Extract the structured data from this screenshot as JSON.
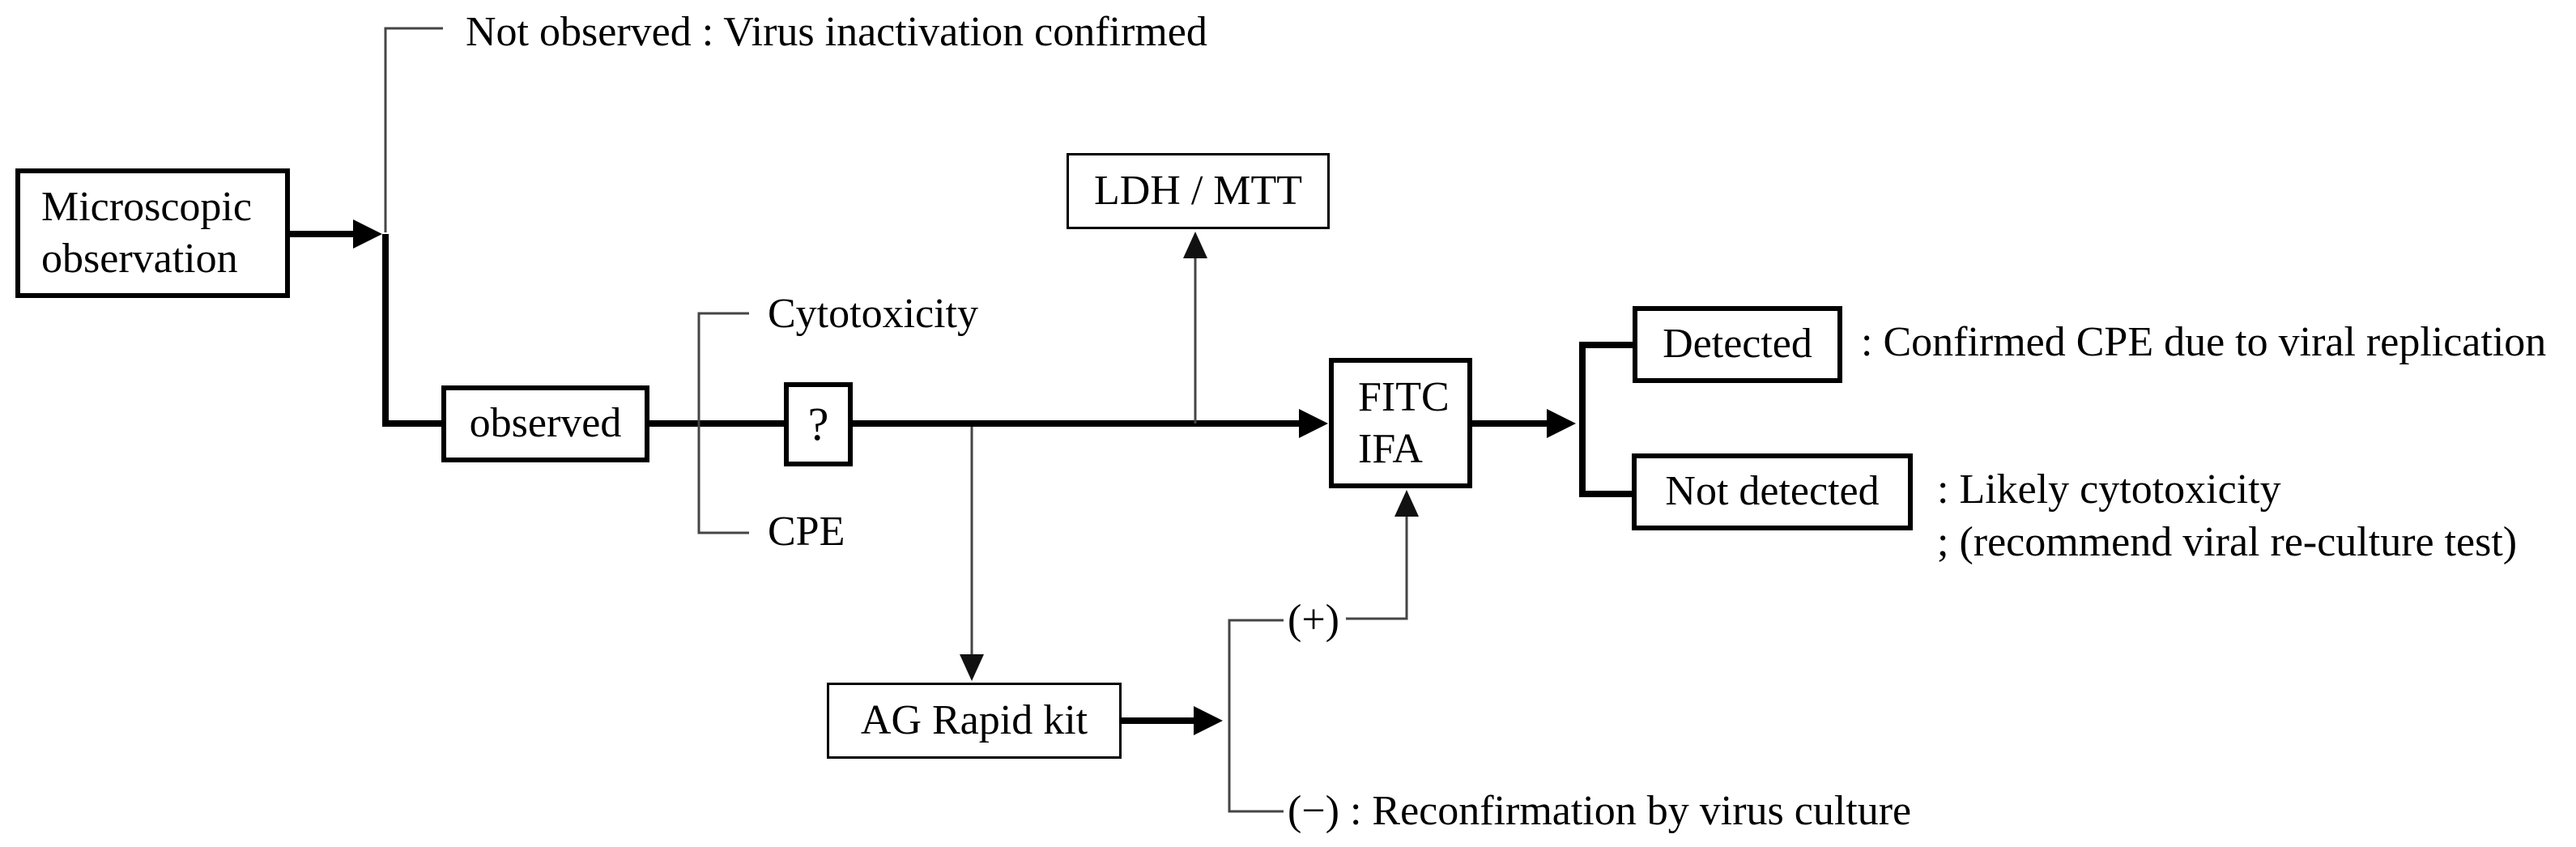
{
  "nodes": {
    "microscopic": {
      "line1": "Microscopic",
      "line2": "observation"
    },
    "observed": {
      "label": "observed"
    },
    "question": {
      "label": "?"
    },
    "ldh_mtt": {
      "label": "LDH / MTT"
    },
    "fitc_ifa": {
      "line1": "FITC",
      "line2": "IFA"
    },
    "detected": {
      "label": "Detected"
    },
    "not_detected": {
      "label": "Not detected"
    },
    "ag_rapid_kit": {
      "label": "AG Rapid kit"
    }
  },
  "annotations": {
    "not_observed": "Not observed : Virus inactivation confirmed",
    "cytotoxicity": "Cytotoxicity",
    "cpe": "CPE",
    "detected_note": ": Confirmed CPE due to viral replication",
    "not_detected_note_line1": ": Likely cytotoxicity",
    "not_detected_note_line2": "; (recommend viral re-culture test)",
    "ag_positive": "(+)",
    "ag_negative_note": "(−) : Reconfirmation by virus culture"
  },
  "colors": {
    "background": "#ffffff",
    "main_line": "#000000",
    "thin_line": "#454545",
    "text": "#000000"
  }
}
